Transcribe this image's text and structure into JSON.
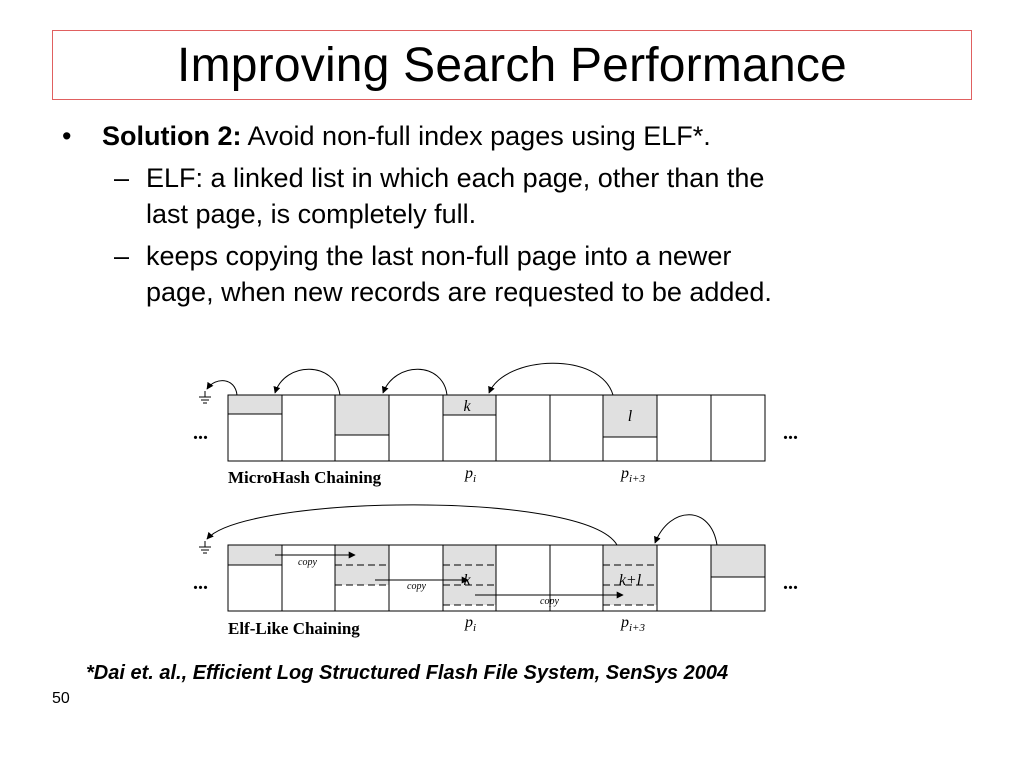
{
  "title": "Improving Search Performance",
  "bullet": {
    "label": "Solution 2:",
    "text": " Avoid non-full index pages using ELF*.",
    "subs": [
      {
        "line1": "ELF: a linked list in which each page, other than the",
        "line2": "last page, is completely full."
      },
      {
        "line1": "keeps copying the last non-full page into a newer",
        "line2": "page, when new records are requested to be added."
      }
    ]
  },
  "diagram": {
    "top": {
      "caption": "MicroHash Chaining",
      "ellipsis": "...",
      "k": "k",
      "l": "l",
      "p_i": "p",
      "p_i_sub": "i",
      "p_i3": "p",
      "p_i3_sub": "i+3"
    },
    "bottom": {
      "caption": "Elf-Like Chaining",
      "ellipsis": "...",
      "k": "k",
      "kl": "k+l",
      "copy": "copy",
      "p_i": "p",
      "p_i_sub": "i",
      "p_i3": "p",
      "p_i3_sub": "i+3"
    }
  },
  "footnote": "*Dai et. al., Efficient Log Structured Flash File System, SenSys 2004",
  "page_number": "50"
}
